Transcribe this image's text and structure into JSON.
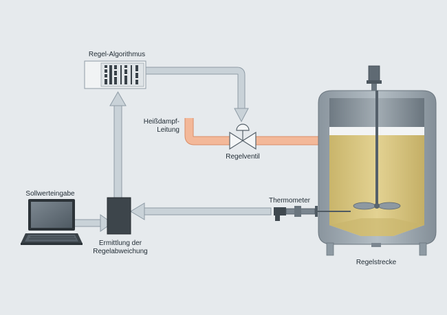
{
  "labels": {
    "controller": "Regel-Algorithmus",
    "steam_line_1": "Heißdampf-",
    "steam_line_2": "Leitung",
    "valve": "Regelventil",
    "thermometer": "Thermometer",
    "setpoint": "Sollwerteingabe",
    "deviation_1": "Ermittlung der",
    "deviation_2": "Regelabweichung",
    "plant": "Regelstrecke"
  },
  "colors": {
    "background": "#e6eaed",
    "arrow": "#c9d2d8",
    "arrow_edge": "#8e9ba5",
    "steam": "#f3b899",
    "steam_edge": "#d98c66",
    "liquid": "#d9c783",
    "tank_frame": "#7b8690",
    "dark": "#2c3338"
  }
}
